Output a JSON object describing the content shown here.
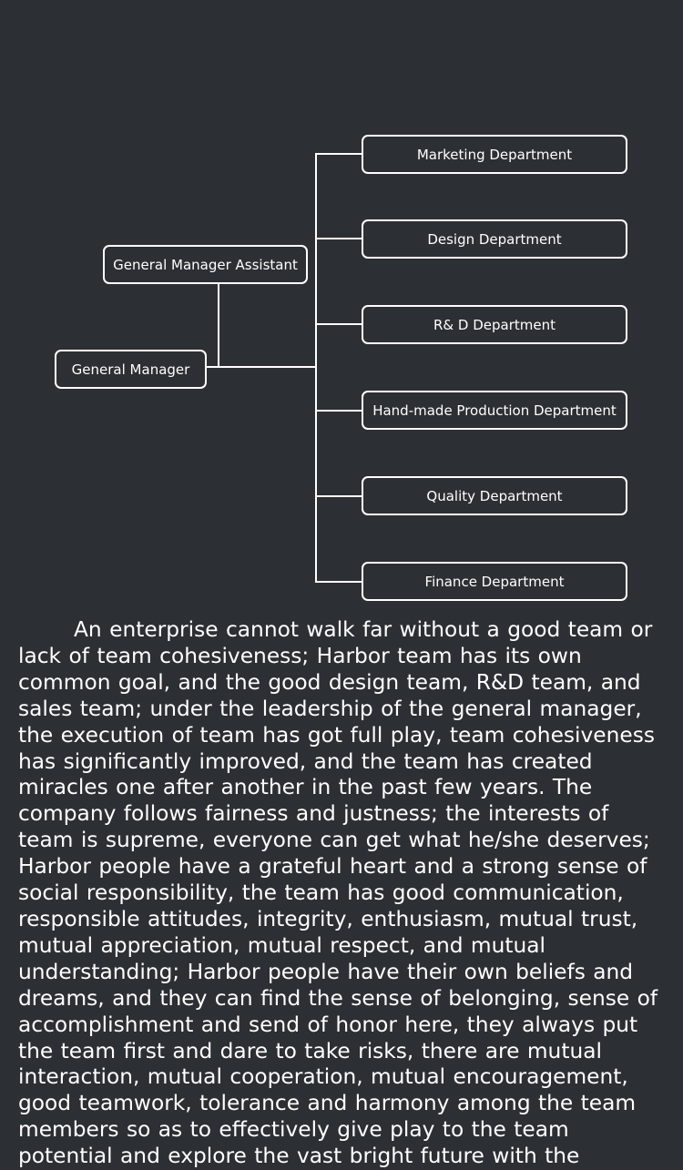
{
  "org_chart": {
    "general_manager": "General Manager",
    "assistant": "General Manager Assistant",
    "departments": [
      "Marketing Department",
      "Design Department",
      "R& D Department",
      "Hand-made Production Department",
      "Quality Department",
      "Finance Department"
    ]
  },
  "intro_text": "An enterprise cannot walk far without a good team or lack of team cohesiveness; Harbor team has its own common goal, and the good design team, R&D team, and sales team; under the leadership of the general manager, the execution of team has got full play, team cohesiveness has significantly improved, and the team has created miracles one after another in the past few years. The company follows fairness and justness; the interests of team is supreme, everyone can get what he/she deserves; Harbor people have a grateful heart and a strong sense of social responsibility, the team has good communication, responsible attitudes, integrity, enthusiasm, mutual trust, mutual appreciation, mutual respect, and mutual understanding; Harbor people have their own beliefs and dreams, and they can find the sense of belonging, sense of accomplishment and send of honor here, they always put the team first and dare to take risks, there are mutual interaction, mutual cooperation, mutual encouragement, good teamwork, tolerance and harmony among the team members so as to effectively give play to the team potential and explore the vast bright future with the"
}
